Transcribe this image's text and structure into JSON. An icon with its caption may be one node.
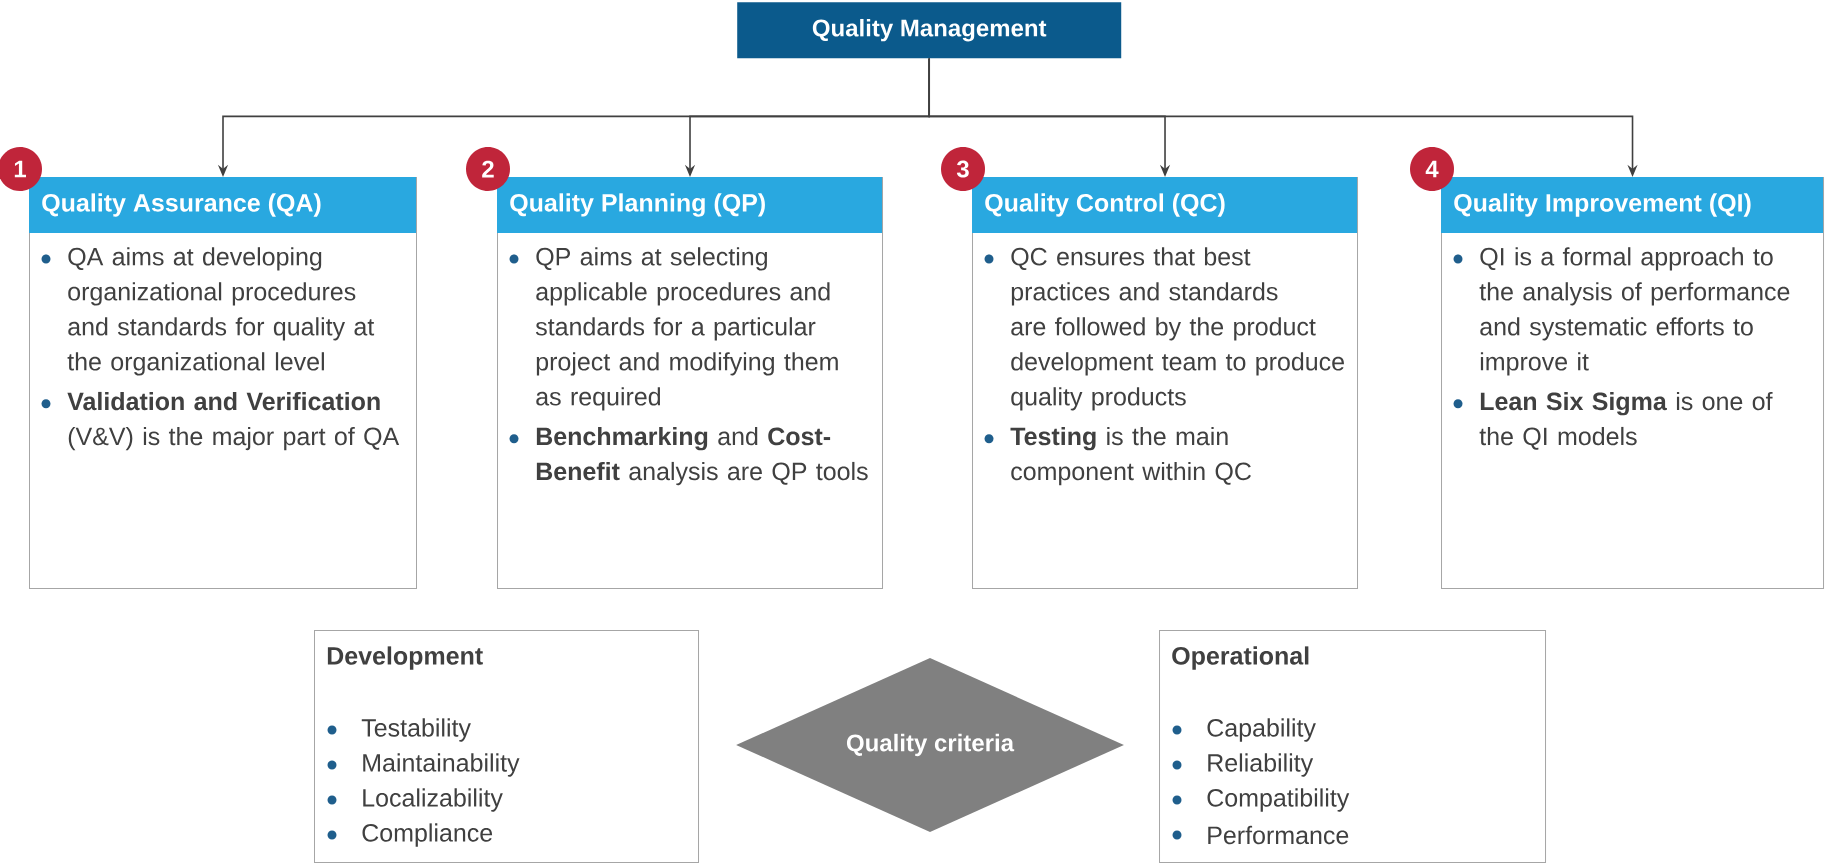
{
  "diagram": {
    "nodes": [
      {
        "text": [
          "Quality Management"
        ]
      },
      {
        "text": [
          "Quality Assurance (QA)",
          "QA aims at developing organizational procedures and standards for quality at the organizational level",
          "**Validation and Verification** (V&V) is the major part of QA"
        ],
        "beside": [
          "1"
        ]
      },
      {
        "text": [
          "Quality Planning (QP)",
          "QP aims at selecting applicable procedures and standards for a particular project and modifying them as required",
          "**Benchmarking** and **Cost-Benefit** analysis are QP tools"
        ],
        "beside": [
          "2"
        ]
      },
      {
        "text": [
          "Quality Control (QC)",
          "QC ensures that best practices and standards are followed by the product development team to produce quality products",
          "**Testing** is the main component within QC"
        ],
        "beside": [
          "3"
        ]
      },
      {
        "text": [
          "Quality Improvement (QI)",
          "QI is a formal approach to the analysis of performance and systematic efforts to improve it",
          "**Lean Six Sigma** is one of the QI models"
        ],
        "beside": [
          "4"
        ]
      },
      {
        "text": [
          "Development",
          "Testability",
          "Maintainability",
          "Localizability",
          "Compliance"
        ]
      },
      {
        "text": [
          "Quality criteria"
        ]
      },
      {
        "text": [
          "Operational",
          "Capability",
          "Reliability",
          "Compatibility",
          "Performance"
        ]
      }
    ],
    "edges": [
      {
        "from": 0,
        "to": 1,
        "arrow": "to"
      },
      {
        "from": 0,
        "to": 2,
        "arrow": "to"
      },
      {
        "from": 0,
        "to": 3,
        "arrow": "to"
      },
      {
        "from": 0,
        "to": 4,
        "arrow": "to"
      }
    ]
  }
}
